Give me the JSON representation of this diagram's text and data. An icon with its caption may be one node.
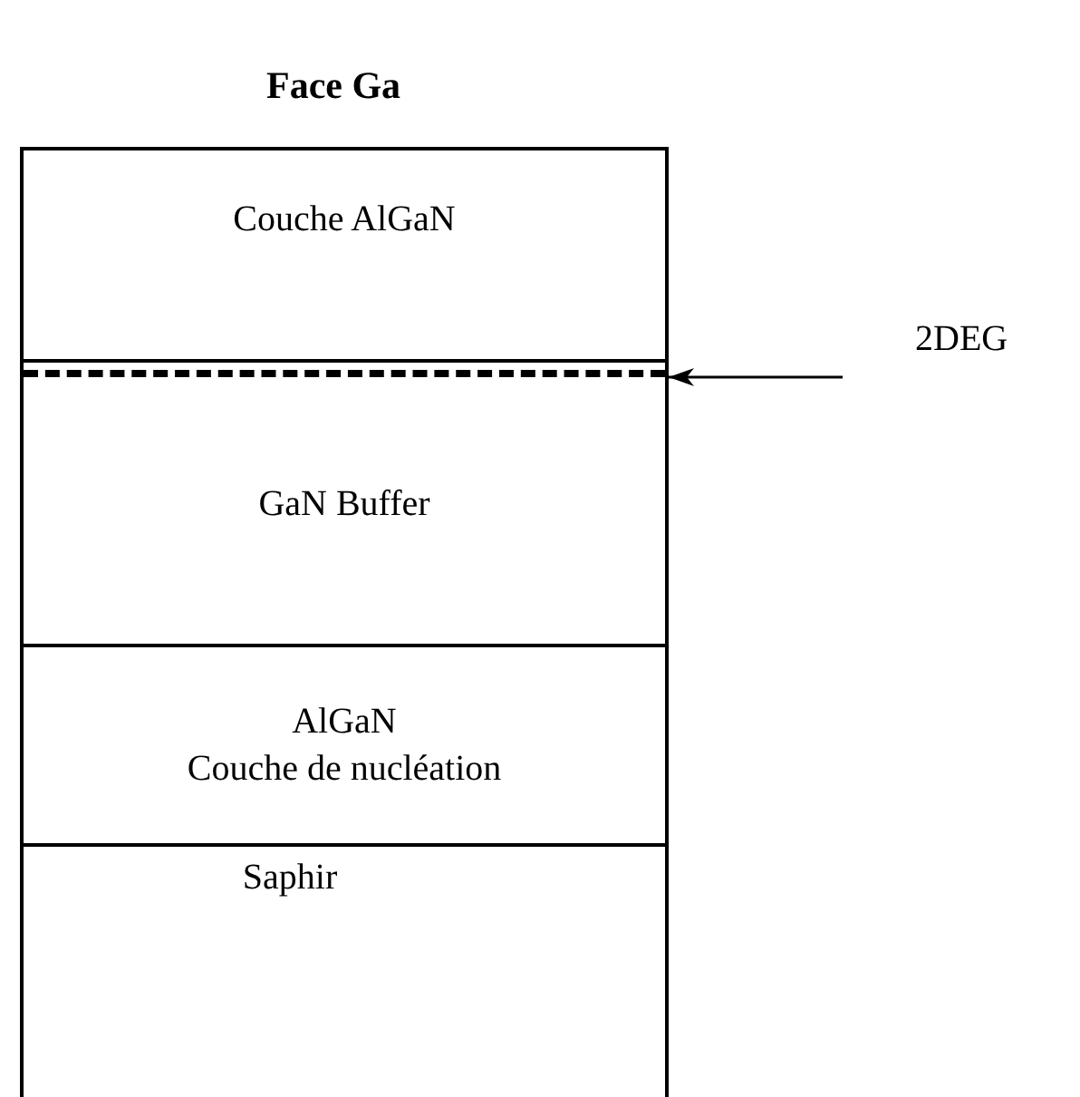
{
  "diagram": {
    "title": "Face Ga",
    "nodes": [
      {
        "text": [
          "Couche  AlGaN"
        ]
      },
      {
        "text": [
          "2DEG"
        ]
      },
      {
        "text": [
          "GaN Buffer"
        ]
      },
      {
        "text": [],
        "shape": "bar",
        "in": 2
      },
      {
        "text": [
          "AlGaN",
          "Couche de nucléation"
        ]
      },
      {
        "text": [
          "Saphir"
        ]
      }
    ],
    "edges": [
      {
        "from": 1,
        "to": 3,
        "arrow": "to"
      }
    ]
  }
}
